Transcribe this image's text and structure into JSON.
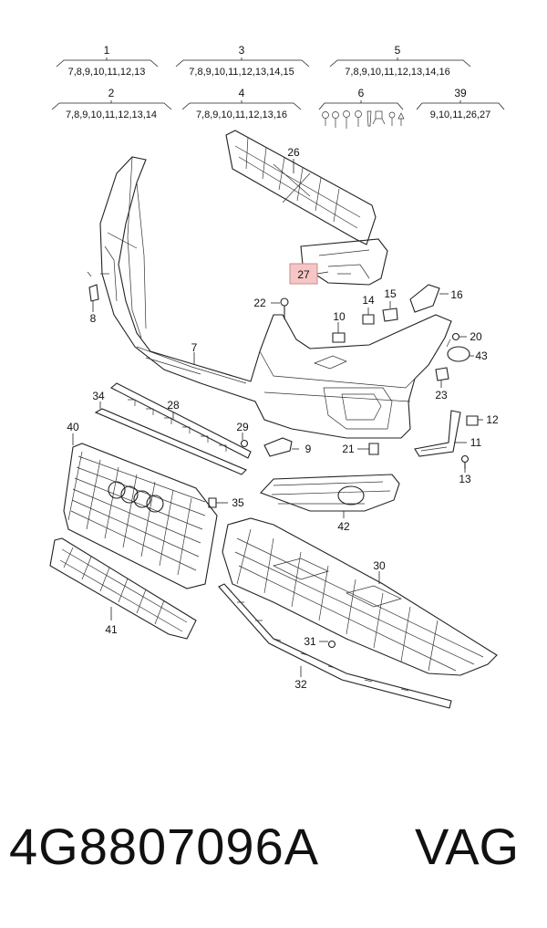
{
  "part_groups": [
    {
      "num": "1",
      "list": "7,8,9,10,11,12,13"
    },
    {
      "num": "3",
      "list": "7,8,9,10,11,12,13,14,15"
    },
    {
      "num": "5",
      "list": "7,8,9,10,11,12,13,14,16"
    },
    {
      "num": "2",
      "list": "7,8,9,10,11,12,13,14"
    },
    {
      "num": "4",
      "list": "7,8,9,10,11,12,13,16"
    },
    {
      "num": "6",
      "list": ""
    },
    {
      "num": "39",
      "list": "9,10,11,26,27"
    }
  ],
  "callouts": {
    "c26": "26",
    "c27": "27",
    "c22": "22",
    "c14": "14",
    "c15": "15",
    "c16": "16",
    "c10": "10",
    "c8": "8",
    "c7": "7",
    "c20": "20",
    "c43": "43",
    "c23": "23",
    "c12": "12",
    "c11": "11",
    "c13": "13",
    "c34": "34",
    "c28": "28",
    "c40": "40",
    "c29": "29",
    "c9": "9",
    "c21": "21",
    "c35": "35",
    "c42": "42",
    "c30": "30",
    "c31": "31",
    "c32": "32",
    "c41": "41"
  },
  "highlight_color": "#f6c6c6",
  "footer": {
    "part_number": "4G8807096A",
    "brand": "VAG"
  }
}
